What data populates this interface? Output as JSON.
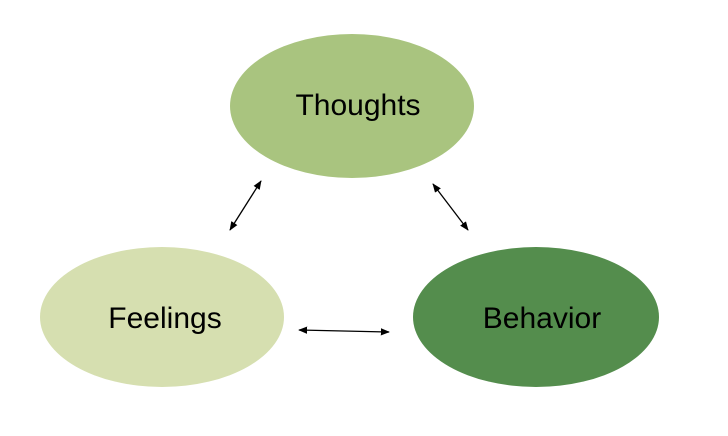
{
  "nodes": {
    "thoughts": {
      "label": "Thoughts",
      "fill": "#a9c47f"
    },
    "feelings": {
      "label": "Feelings",
      "fill": "#d6dfb0"
    },
    "behavior": {
      "label": "Behavior",
      "fill": "#548d4d"
    }
  },
  "edges": [
    {
      "from": "thoughts",
      "to": "feelings",
      "direction": "both"
    },
    {
      "from": "thoughts",
      "to": "behavior",
      "direction": "both"
    },
    {
      "from": "feelings",
      "to": "behavior",
      "direction": "both"
    }
  ],
  "colors": {
    "arrow": "#000000",
    "background": "#ffffff"
  }
}
